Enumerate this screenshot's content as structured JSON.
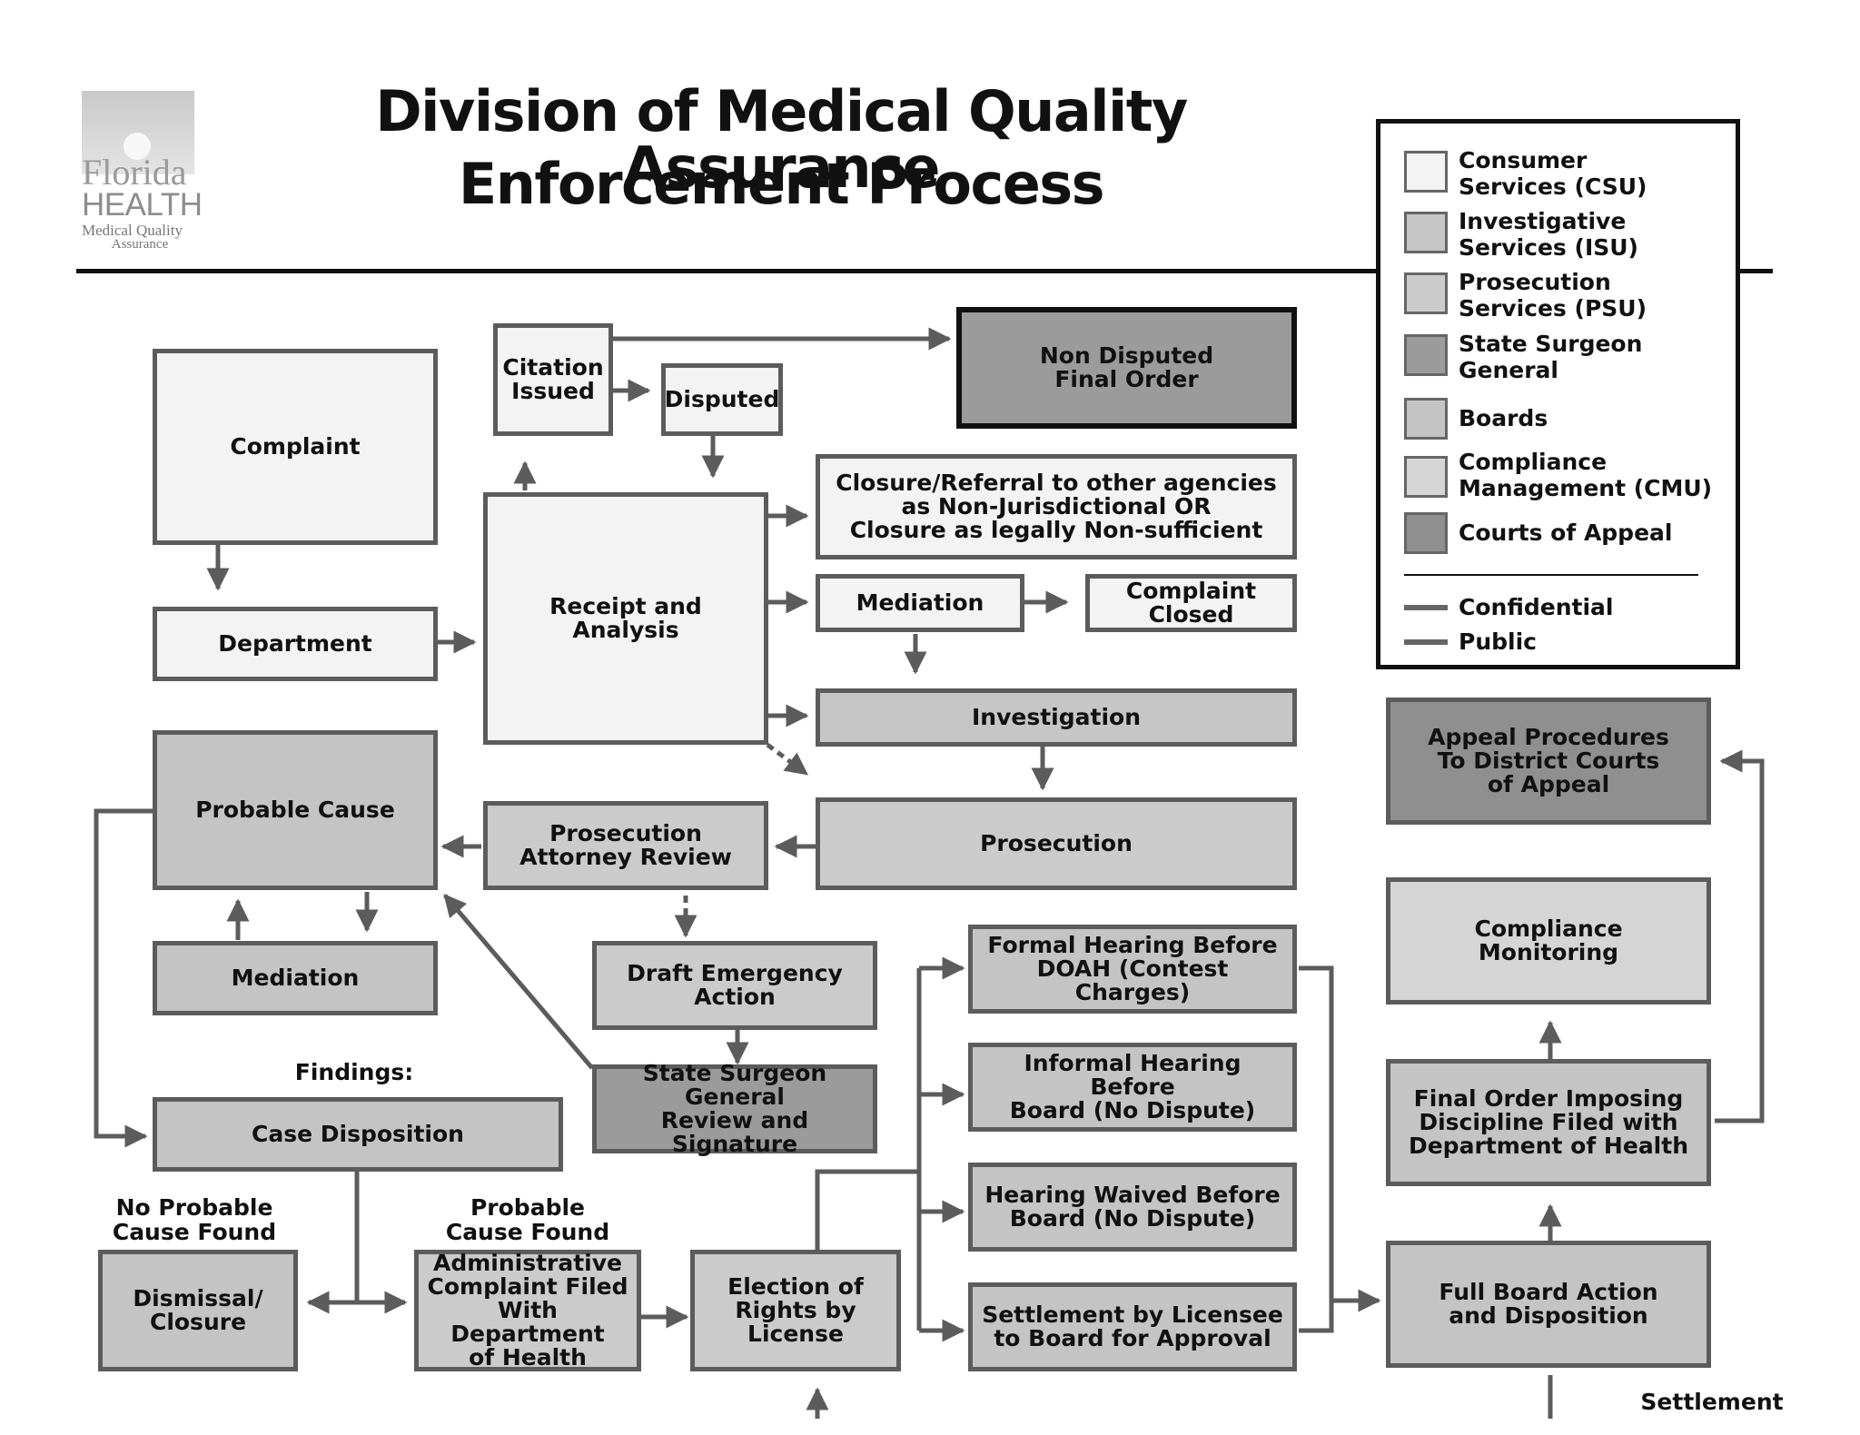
{
  "logo": {
    "florida": "Florida",
    "health": "HEALTH",
    "tagline_1": "Medical Quality",
    "tagline_2": "Assurance"
  },
  "title": {
    "line1": "Division of Medical Quality Assurance",
    "line2": "Enforcement Process"
  },
  "legend": {
    "items": [
      {
        "label": "Consumer\nServices (CSU)",
        "color": "#f3f3f3"
      },
      {
        "label": "Investigative\nServices (ISU)",
        "color": "#c6c6c6"
      },
      {
        "label": "Prosecution\nServices (PSU)",
        "color": "#cbcbcb"
      },
      {
        "label": "State Surgeon\nGeneral",
        "color": "#9b9b9b"
      },
      {
        "label": "Boards",
        "color": "#c4c4c4"
      },
      {
        "label": "Compliance\nManagement (CMU)",
        "color": "#d5d5d5"
      },
      {
        "label": "Courts of Appeal",
        "color": "#8f8f8f"
      }
    ],
    "lines": [
      {
        "label": "Confidential",
        "style": "dashed"
      },
      {
        "label": "Public",
        "style": "solid"
      }
    ]
  },
  "nodes": {
    "complaint": "Complaint",
    "department": "Department",
    "citation_issued": "Citation\nIssued",
    "disputed": "Disputed",
    "non_disputed_final_order": "Non Disputed\nFinal Order",
    "receipt_analysis": "Receipt and\nAnalysis",
    "closure_referral": "Closure/Referral to other agencies\nas Non-Jurisdictional OR\nClosure as legally Non-sufficient",
    "mediation_top": "Mediation",
    "complaint_closed": "Complaint\nClosed",
    "investigation": "Investigation",
    "prosecution": "Prosecution",
    "prosecution_attorney_review": "Prosecution\nAttorney Review",
    "probable_cause": "Probable Cause",
    "mediation_left": "Mediation",
    "draft_emergency_action": "Draft Emergency\nAction",
    "state_surgeon_general_review": "State Surgeon General\nReview and Signature",
    "case_disposition": "Case Disposition",
    "dismissal_closure": "Dismissal/\nClosure",
    "administrative_complaint": "Administrative\nComplaint Filed\nWith Department\nof Health",
    "election_of_rights": "Election of\nRights by License",
    "formal_hearing": "Formal Hearing Before\nDOAH (Contest Charges)",
    "informal_hearing": "Informal Hearing Before\nBoard (No Dispute)",
    "hearing_waived": "Hearing Waived Before\nBoard (No Dispute)",
    "settlement": "Settlement by Licensee\nto Board for Approval",
    "appeal_procedures": "Appeal Procedures\nTo District Courts\nof Appeal",
    "compliance_monitoring": "Compliance\nMonitoring",
    "final_order": "Final Order Imposing\nDiscipline Filed with\nDepartment of Health",
    "full_board_action": "Full Board Action\nand Disposition"
  },
  "labels": {
    "findings": "Findings:",
    "no_probable_cause": "No Probable\nCause Found",
    "probable_cause_found": "Probable\nCause Found",
    "settlement_footer": "Settlement"
  }
}
